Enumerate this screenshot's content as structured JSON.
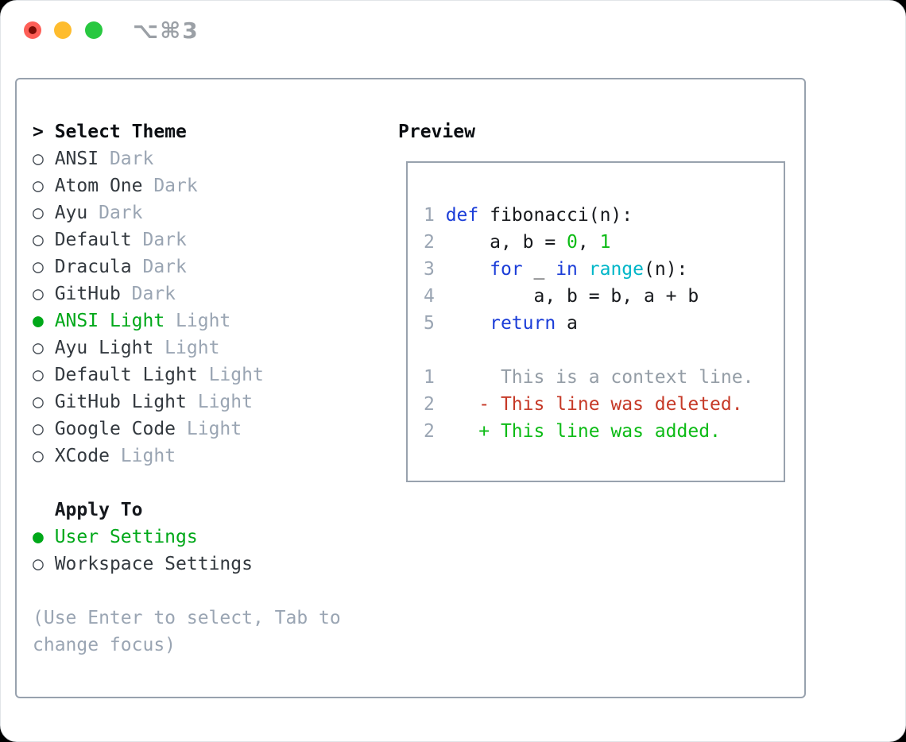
{
  "titlebar": {
    "shortcut": "⌥⌘3"
  },
  "sidebar": {
    "cursor": ">",
    "header": "Select Theme",
    "themes": [
      {
        "name": "ANSI",
        "variant": "Dark",
        "selected": false
      },
      {
        "name": "Atom One",
        "variant": "Dark",
        "selected": false
      },
      {
        "name": "Ayu",
        "variant": "Dark",
        "selected": false
      },
      {
        "name": "Default",
        "variant": "Dark",
        "selected": false
      },
      {
        "name": "Dracula",
        "variant": "Dark",
        "selected": false
      },
      {
        "name": "GitHub",
        "variant": "Dark",
        "selected": false
      },
      {
        "name": "ANSI Light",
        "variant": "Light",
        "selected": true
      },
      {
        "name": "Ayu Light",
        "variant": "Light",
        "selected": false
      },
      {
        "name": "Default Light",
        "variant": "Light",
        "selected": false
      },
      {
        "name": "GitHub Light",
        "variant": "Light",
        "selected": false
      },
      {
        "name": "Google Code",
        "variant": "Light",
        "selected": false
      },
      {
        "name": "XCode",
        "variant": "Light",
        "selected": false
      }
    ],
    "apply_to": {
      "header": "Apply To",
      "options": [
        {
          "label": "User Settings",
          "selected": true
        },
        {
          "label": "Workspace Settings",
          "selected": false
        }
      ]
    },
    "hint_lines": [
      "(Use Enter to select, Tab to",
      "change focus)"
    ]
  },
  "preview": {
    "header": "Preview",
    "code_lines": [
      {
        "num": "1",
        "segments": [
          [
            "kw",
            "def"
          ],
          [
            "plain",
            " fibonacci(n):"
          ]
        ]
      },
      {
        "num": "2",
        "segments": [
          [
            "plain",
            "    a, b = "
          ],
          [
            "lit",
            "0"
          ],
          [
            "plain",
            ", "
          ],
          [
            "lit",
            "1"
          ]
        ]
      },
      {
        "num": "3",
        "segments": [
          [
            "plain",
            "    "
          ],
          [
            "kw",
            "for"
          ],
          [
            "plain",
            " _ "
          ],
          [
            "kw",
            "in"
          ],
          [
            "plain",
            " "
          ],
          [
            "builtin",
            "range"
          ],
          [
            "plain",
            "(n):"
          ]
        ]
      },
      {
        "num": "4",
        "segments": [
          [
            "plain",
            "        a, b = b, a + b"
          ]
        ]
      },
      {
        "num": "5",
        "segments": [
          [
            "plain",
            "    "
          ],
          [
            "kw",
            "return"
          ],
          [
            "plain",
            " a"
          ]
        ]
      },
      {
        "num": "",
        "segments": []
      },
      {
        "num": "1",
        "segments": [
          [
            "context",
            "     This is a context line."
          ]
        ]
      },
      {
        "num": "2",
        "segments": [
          [
            "deleted",
            "   - This line was deleted."
          ]
        ]
      },
      {
        "num": "2",
        "segments": [
          [
            "added",
            "   + This line was added."
          ]
        ]
      }
    ]
  },
  "colors": {
    "accent_green": "#00a819",
    "code_green": "#0dbb16",
    "keyword_blue": "#1b3dd8",
    "builtin_cyan": "#00b6c8",
    "deleted_red": "#c63a28",
    "muted_gray": "#9aa5b3",
    "text_dark": "#17191d",
    "panel_border": "#98a2ae",
    "traffic_red": "#fe5f57",
    "traffic_yellow": "#febc2e",
    "traffic_green": "#28c840"
  }
}
